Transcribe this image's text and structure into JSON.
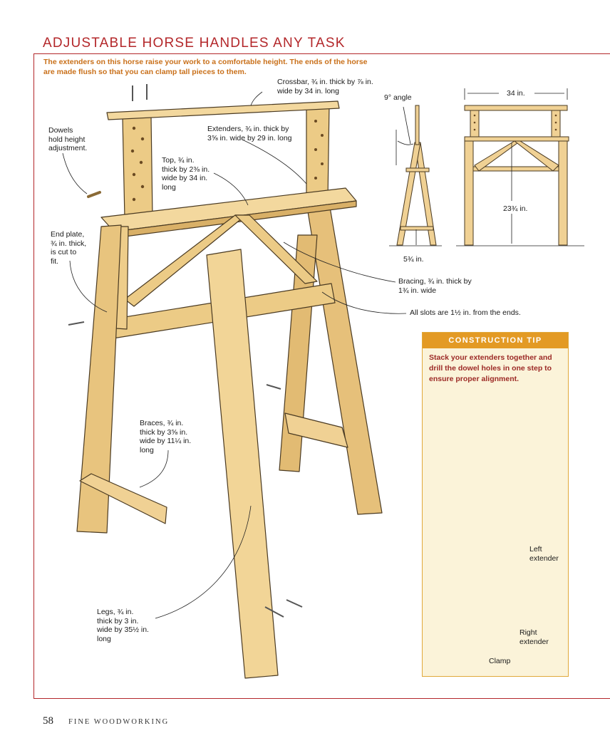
{
  "header": {
    "title": "ADJUSTABLE HORSE HANDLES ANY TASK",
    "intro": "The extenders on this horse raise your work to a comfortable height. The ends of the horse are made flush so that you can clamp tall pieces to them."
  },
  "callouts": {
    "crossbar": "Crossbar, ¾ in. thick by ⅞ in.\nwide by 34 in. long",
    "dowels": "Dowels\nhold height\nadjustment.",
    "extenders": "Extenders, ¾ in. thick by\n3⅝ in. wide by 29 in. long",
    "top": "Top, ¾ in.\nthick by 2⅜ in.\nwide by 34 in.\nlong",
    "end_plate": "End plate,\n¾ in. thick,\nis cut to\nfit.",
    "bracing": "Bracing, ¾ in. thick by\n1¾ in. wide",
    "slots": "All slots are 1½ in. from the ends.",
    "braces": "Braces, ¾ in.\nthick by 3⅝ in.\nwide by 11¼ in.\nlong",
    "legs": "Legs, ¾ in.\nthick by 3 in.\nwide by 35½ in.\nlong"
  },
  "dimensions": {
    "angle": "9° angle",
    "width": "34 in.",
    "height": "23¾ in.",
    "brace_height": "5¾ in."
  },
  "tip": {
    "heading": "CONSTRUCTION TIP",
    "text": "Stack your extenders together and drill the dowel holes in one step to ensure proper alignment.",
    "left_extender": "Left\nextender",
    "right_extender": "Right\nextender",
    "clamp": "Clamp"
  },
  "footer": {
    "page_number": "58",
    "magazine": "FINE WOODWORKING"
  },
  "colors": {
    "accent_red": "#b3272a",
    "intro_orange": "#c9701a",
    "tip_orange": "#e39a24",
    "wood": "#efcf8c"
  }
}
